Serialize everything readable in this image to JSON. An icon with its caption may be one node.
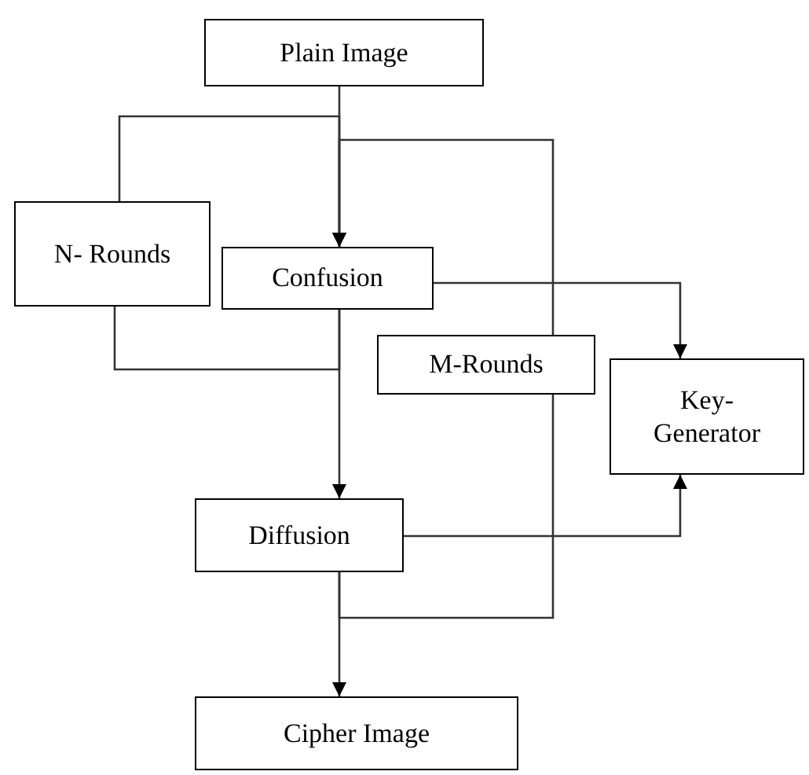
{
  "diagram": {
    "nodes": [
      {
        "text": [
          "Plain Image"
        ]
      },
      {
        "text": [
          "N- Rounds"
        ]
      },
      {
        "text": [
          "Confusion"
        ]
      },
      {
        "text": [
          "M-Rounds"
        ]
      },
      {
        "text": [
          "Key- Generator"
        ]
      },
      {
        "text": [
          "Diffusion"
        ]
      },
      {
        "text": [
          "Cipher Image"
        ]
      }
    ],
    "edges": [
      {
        "from": 0,
        "to": 2,
        "arrow": "to"
      },
      {
        "from": 1,
        "to": 2,
        "arrow": "to"
      },
      {
        "from": 3,
        "to": 2,
        "arrow": "to"
      },
      {
        "from": 2,
        "to": 5,
        "arrow": "to"
      },
      {
        "from": 2,
        "to": 1,
        "arrow": "none"
      },
      {
        "from": 2,
        "to": 4,
        "arrow": "to"
      },
      {
        "from": 5,
        "to": 4,
        "arrow": "to"
      },
      {
        "from": 5,
        "to": 6,
        "arrow": "to"
      },
      {
        "from": 5,
        "to": 3,
        "arrow": "none"
      }
    ]
  }
}
